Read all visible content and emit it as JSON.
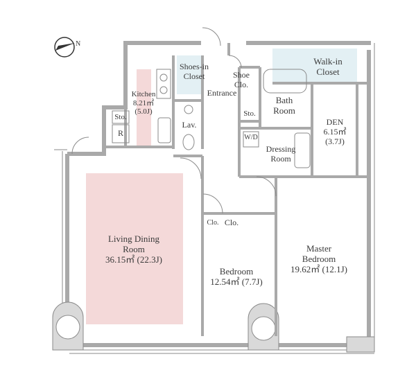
{
  "compass": {
    "letter": "N"
  },
  "rooms": {
    "living": {
      "name": "Living Dining",
      "name2": "Room",
      "area": "36.15㎡ (22.3J)"
    },
    "kitchen": {
      "name": "Kitchen",
      "area": "8.21㎡",
      "tatami": "(5.0J)"
    },
    "shoes_closet": {
      "line1": "Shoes-in",
      "line2": "Closet"
    },
    "entrance": {
      "name": "Entrance"
    },
    "shoe_clo": {
      "line1": "Shoe",
      "line2": "Clo."
    },
    "walkin": {
      "line1": "Walk-in",
      "line2": "Closet"
    },
    "bath": {
      "line1": "Bath",
      "line2": "Room"
    },
    "sto_left": {
      "name": "Sto."
    },
    "fridge": {
      "name": "R"
    },
    "lav": {
      "name": "Lav."
    },
    "sto_mid": {
      "name": "Sto."
    },
    "wd": {
      "name": "W/D"
    },
    "dressing": {
      "line1": "Dressing",
      "line2": "Room"
    },
    "den": {
      "name": "DEN",
      "area": "6.15㎡",
      "tatami": "(3.7J)"
    },
    "clo_small": {
      "name": "Clo."
    },
    "clo": {
      "name": "Clo."
    },
    "bedroom": {
      "name": "Bedroom",
      "area": "12.54㎡ (7.7J)"
    },
    "master": {
      "line1": "Master",
      "line2": "Bedroom",
      "area": "19.62㎡ (12.1J)"
    }
  },
  "colors": {
    "wall": "#a9a9a9",
    "line": "#777777",
    "living_fill": "#f4d9d9",
    "kitchen_fill": "#f4d9d9",
    "closet_fill": "#e3f0f4",
    "text": "#3a3a3a"
  }
}
